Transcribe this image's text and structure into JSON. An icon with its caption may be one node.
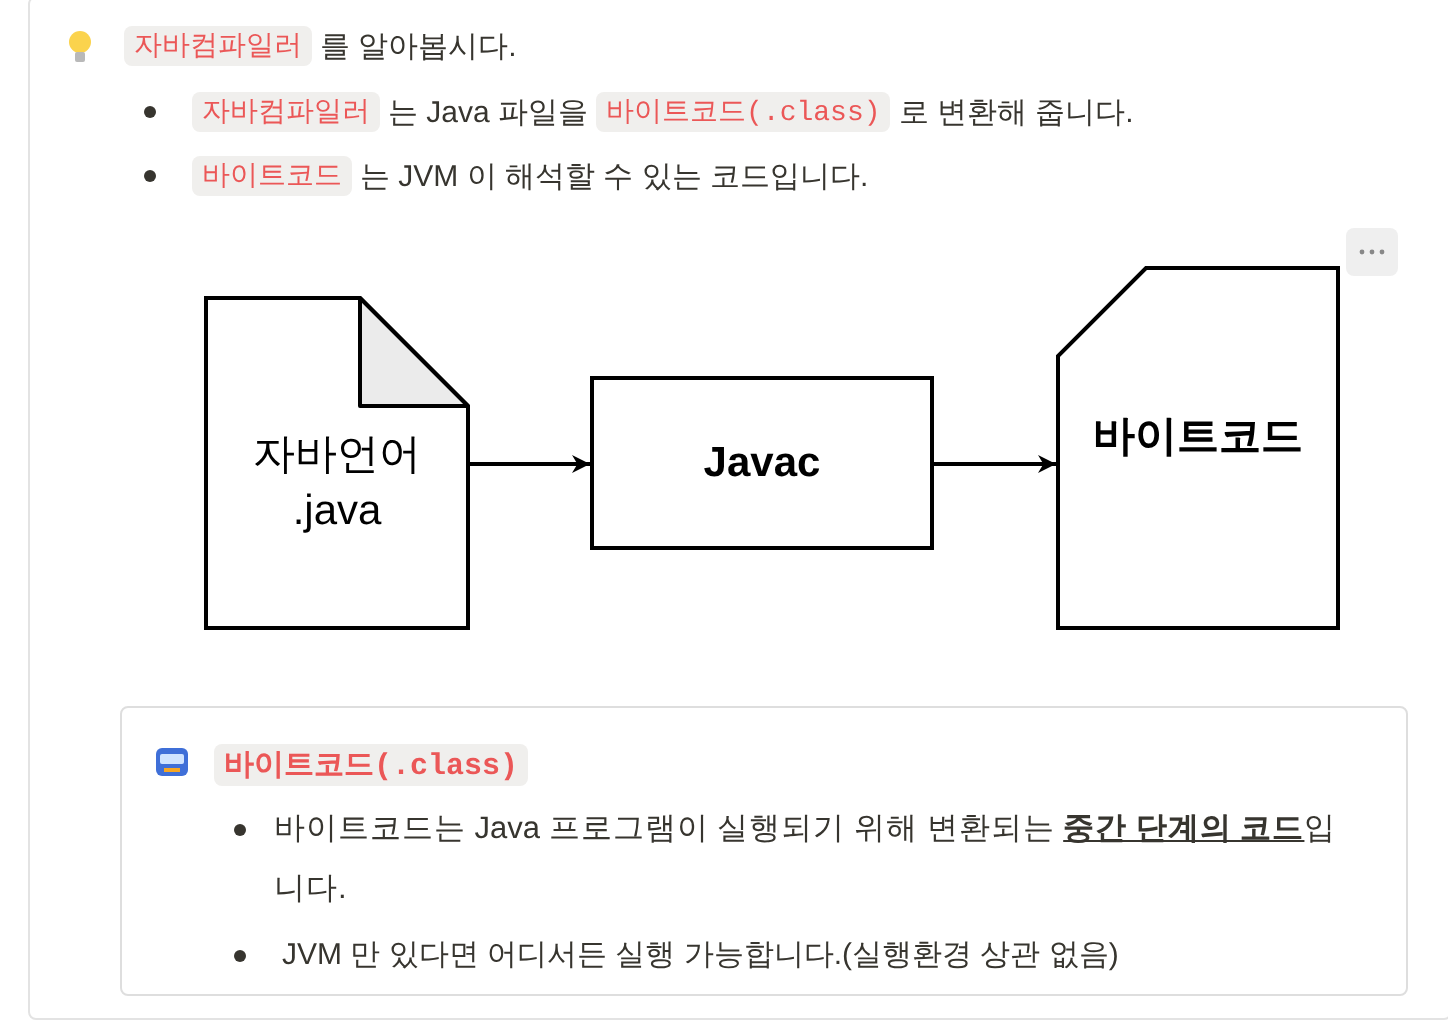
{
  "diagram": {
    "nodes": [
      {
        "text": [
          "자바언어 .java"
        ]
      },
      {
        "text": [
          "Javac"
        ]
      },
      {
        "text": [
          "바이트코드"
        ]
      }
    ],
    "edges": [
      {
        "from": 0,
        "to": 1,
        "arrow": "to"
      },
      {
        "from": 1,
        "to": 2,
        "arrow": "to"
      }
    ],
    "labels": [
      "자바컴파일러",
      "를 알아봅시다.",
      "자바컴파일러",
      "는 Java 파일을",
      "바이트코드(.class)",
      "로 변환해 줍니다.",
      "바이트코드",
      "는 JVM 이 해석할 수 있는 코드입니다.",
      "바이트코드(.class)",
      "바이트코드는 Java 프로그램이 실행되기 위해 변환되는 **중간 단계의 코드**입니다.",
      "JVM 만 있다면 어디서든 실행 가능합니다.(실행환경 상관 없음)"
    ]
  }
}
